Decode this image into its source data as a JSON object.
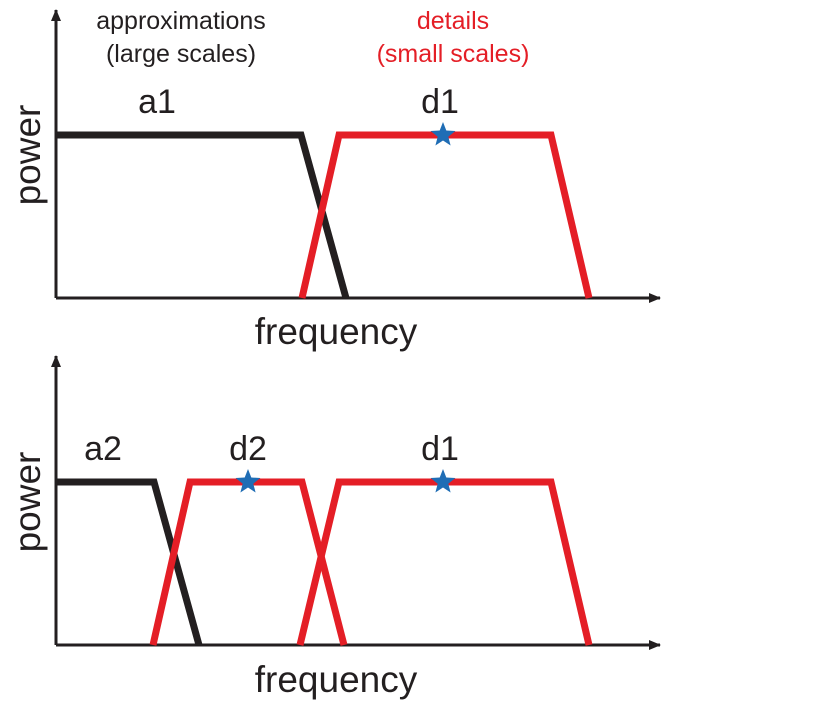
{
  "header": {
    "approx_line1": "approximations",
    "approx_line2": "(large scales)",
    "details_line1": "details",
    "details_line2": "(small scales)"
  },
  "colors": {
    "approximation": "#231f20",
    "detail": "#e41e26",
    "center_marker": "#1f6db5",
    "axis": "#231f20"
  },
  "panels": [
    {
      "ylabel": "power",
      "xlabel": "frequency",
      "bands": [
        {
          "label": "a1",
          "kind": "approximation",
          "center_marker": false
        },
        {
          "label": "d1",
          "kind": "detail",
          "center_marker": true
        }
      ]
    },
    {
      "ylabel": "power",
      "xlabel": "frequency",
      "bands": [
        {
          "label": "a2",
          "kind": "approximation",
          "center_marker": false
        },
        {
          "label": "d2",
          "kind": "detail",
          "center_marker": true
        },
        {
          "label": "d1",
          "kind": "detail",
          "center_marker": true
        }
      ]
    }
  ]
}
